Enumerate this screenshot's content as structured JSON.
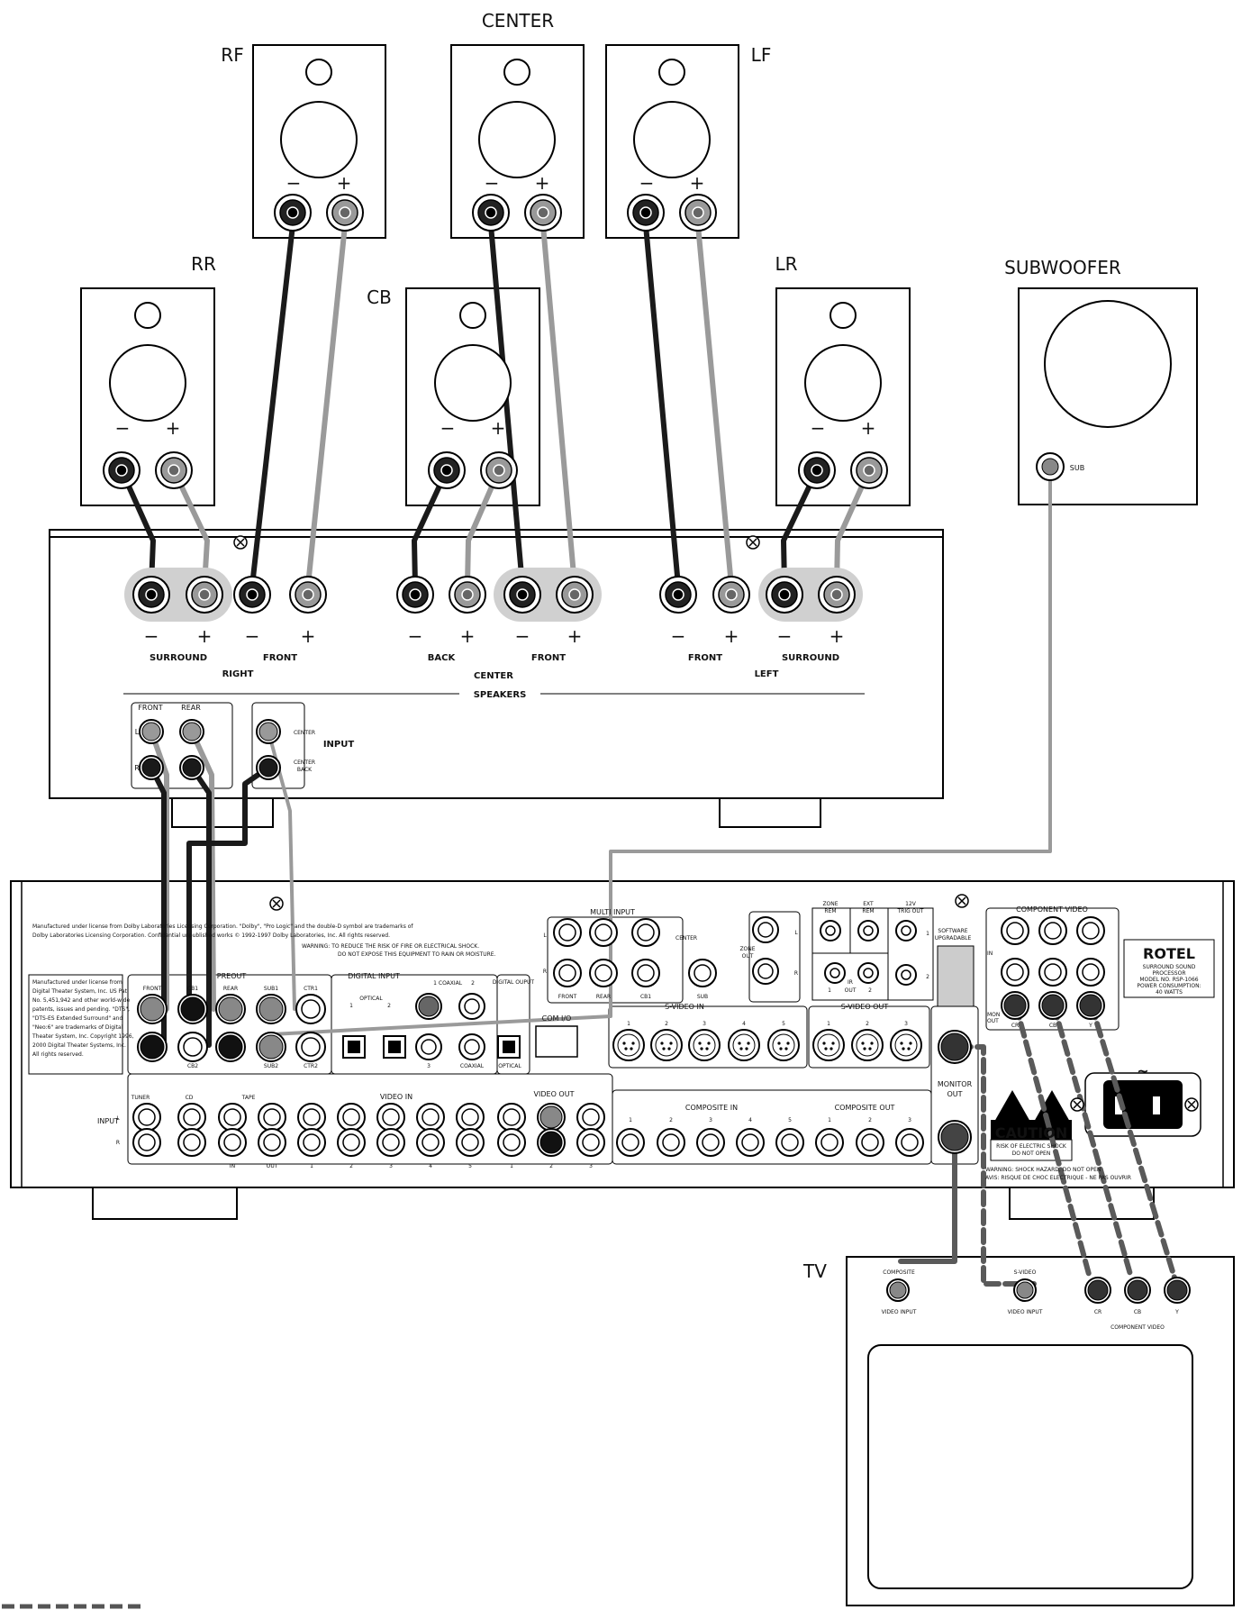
{
  "speakers": {
    "rf": "RF",
    "center": "CENTER",
    "lf": "LF",
    "rr": "RR",
    "cb": "CB",
    "lr": "LR",
    "subwoofer": "SUBWOOFER",
    "sub_jack": "SUB",
    "minus": "−",
    "plus": "+"
  },
  "amplifier": {
    "groups": [
      "SURROUND",
      "FRONT",
      "BACK",
      "FRONT",
      "FRONT",
      "SURROUND"
    ],
    "right": "RIGHT",
    "center": "CENTER",
    "left": "LEFT",
    "speakers": "SPEAKERS",
    "input": "INPUT",
    "front": "FRONT",
    "rear": "REAR",
    "l": "L",
    "r": "R",
    "in_center": "CENTER",
    "in_center_back_1": "CENTER",
    "in_center_back_2": "BACK"
  },
  "processor": {
    "license_1": "Manufactured under license from Dolby Laboratories Licensing Corporation. \"Dolby\", \"Pro Logic\" and the double-D symbol are trademarks of",
    "license_2": "Dolby Laboratories Licensing Corporation. Confidential unpublished works © 1992-1997 Dolby Laboratories, Inc. All rights reserved.",
    "warning_1": "WARNING: TO REDUCE THE RISK OF FIRE OR ELECTRICAL SHOCK.",
    "warning_2": "DO NOT EXPOSE THIS EQUIPMENT TO RAIN OR MOISTURE.",
    "dts": [
      "Manufactured under license from",
      "Digital Theater System, Inc. US Pat.",
      "No. 5,451,942 and other world-wide",
      "patents, issues and pending. \"DTS\",",
      "\"DTS-ES Extended Surround\" and",
      "\"Neo:6\" are trademarks of Digital",
      "Theater System, Inc. Copyright 1996,",
      "2000 Digital Theater Systems, Inc.",
      "All rights reserved."
    ],
    "preout": "PREOUT",
    "preout_labels": [
      "FRONT",
      "CB1",
      "REAR",
      "SUB1",
      "CTR1",
      "CB2",
      "SUB2",
      "CTR2"
    ],
    "digital_input": "DIGITAL INPUT",
    "optical": "OPTICAL",
    "coaxial": "COAXIAL",
    "digital_output": "DIGITAL OUPUT",
    "coaxial_out": "COAXIAL",
    "optical_out": "OPTICAL",
    "n1": "1",
    "n2": "2",
    "n3": "3",
    "n4": "4",
    "n5": "5",
    "com": "COM I/O",
    "multi_input": "MULTI INPUT",
    "mi_front": "FRONT",
    "mi_rear": "REAR",
    "mi_cb1": "CB1",
    "mi_sub": "SUB",
    "mi_center": "CENTER",
    "zone_out_1": "ZONE",
    "zone_out_2": "OUT",
    "zone_rem_1": "ZONE",
    "zone_rem_2": "REM",
    "ext_rem_1": "EXT",
    "ext_rem_2": "REM",
    "trig_1": "12V",
    "trig_2": "TRIG OUT",
    "ir_1": "IR",
    "ir_2": "OUT",
    "software_1": "SOFTWARE",
    "software_2": "UPGRADABLE",
    "component_video": "COMPONENT VIDEO",
    "cv_in": "IN",
    "cv_mon_1": "MON",
    "cv_mon_2": "OUT",
    "cv_cr": "CR",
    "cv_cb": "CB",
    "cv_y": "Y",
    "brand": "ROTEL",
    "model": [
      "SURROUND SOUND",
      "PROCESSOR",
      "MODEL NO. RSP-1066",
      "POWER CONSUMPTION:",
      "40 WATTS"
    ],
    "svideo_in": "S-VIDEO IN",
    "svideo_out": "S-VIDEO OUT",
    "input": "INPUT",
    "tuner": "TUNER",
    "cd": "CD",
    "tape": "TAPE",
    "video_in": "VIDEO IN",
    "video_out": "VIDEO OUT",
    "tape_in": "IN",
    "tape_out": "OUT",
    "composite_in": "COMPOSITE IN",
    "composite_out": "COMPOSITE OUT",
    "monitor_1": "MONITOR",
    "monitor_2": "OUT",
    "caution": "CAUTION",
    "caution_sub_1": "RISK OF ELECTRIC SHOCK",
    "caution_sub_2": "DO NOT OPEN",
    "shock_1": "WARNING: SHOCK HAZARD, DO NOT OPEN",
    "shock_2": "AVIS: RISQUE DE CHOC ELECTRIQUE - NE PAS OUVRIR",
    "ac": "~"
  },
  "tv": {
    "label": "TV",
    "composite": "COMPOSITE",
    "composite_input": "VIDEO INPUT",
    "svideo": "S-VIDEO",
    "svideo_input": "VIDEO INPUT",
    "cr": "CR",
    "cb": "CB",
    "y": "Y",
    "component": "COMPONENT VIDEO"
  }
}
